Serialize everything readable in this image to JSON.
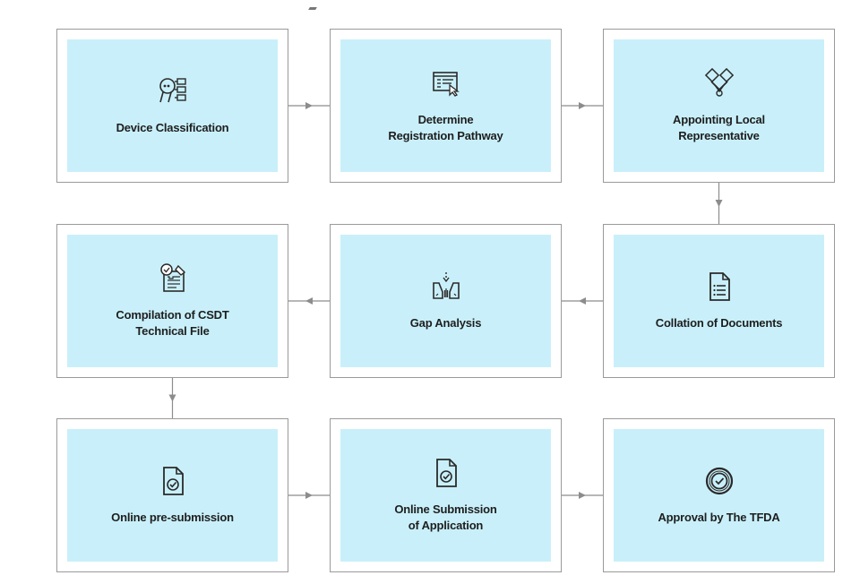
{
  "colors": {
    "card_border": "#9a9a9a",
    "card_fill": "#c9f0fa",
    "text": "#1e1e1e",
    "connector": "#8c8c8c",
    "icon_stroke": "#2a2a2a"
  },
  "steps": [
    {
      "id": "device-classification",
      "icon": "classification-icon",
      "lines": [
        "Device Classification"
      ]
    },
    {
      "id": "determine-registration-pathway",
      "icon": "pathway-browser-icon",
      "lines": [
        "Determine",
        "Registration Pathway"
      ]
    },
    {
      "id": "appointing-local-representative",
      "icon": "handshake-icon",
      "lines": [
        "Appointing Local",
        "Representative"
      ]
    },
    {
      "id": "collation-of-documents",
      "icon": "document-list-icon",
      "lines": [
        "Collation of Documents"
      ]
    },
    {
      "id": "gap-analysis",
      "icon": "gap-analysis-icon",
      "lines": [
        "Gap Analysis"
      ]
    },
    {
      "id": "compilation-of-csdt-technical-file",
      "icon": "technical-file-icon",
      "lines": [
        "Compilation of CSDT",
        "Technical File"
      ]
    },
    {
      "id": "online-pre-submission",
      "icon": "document-check-icon",
      "lines": [
        "Online pre-submission"
      ]
    },
    {
      "id": "online-submission-of-application",
      "icon": "document-check-icon",
      "lines": [
        "Online Submission",
        "of Application"
      ]
    },
    {
      "id": "approval-by-the-tfda",
      "icon": "approval-seal-icon",
      "lines": [
        "Approval by The TFDA"
      ]
    }
  ],
  "flow": [
    [
      "device-classification",
      "determine-registration-pathway"
    ],
    [
      "determine-registration-pathway",
      "appointing-local-representative"
    ],
    [
      "appointing-local-representative",
      "collation-of-documents"
    ],
    [
      "collation-of-documents",
      "gap-analysis"
    ],
    [
      "gap-analysis",
      "compilation-of-csdt-technical-file"
    ],
    [
      "compilation-of-csdt-technical-file",
      "online-pre-submission"
    ],
    [
      "online-pre-submission",
      "online-submission-of-application"
    ],
    [
      "online-submission-of-application",
      "approval-by-the-tfda"
    ]
  ]
}
